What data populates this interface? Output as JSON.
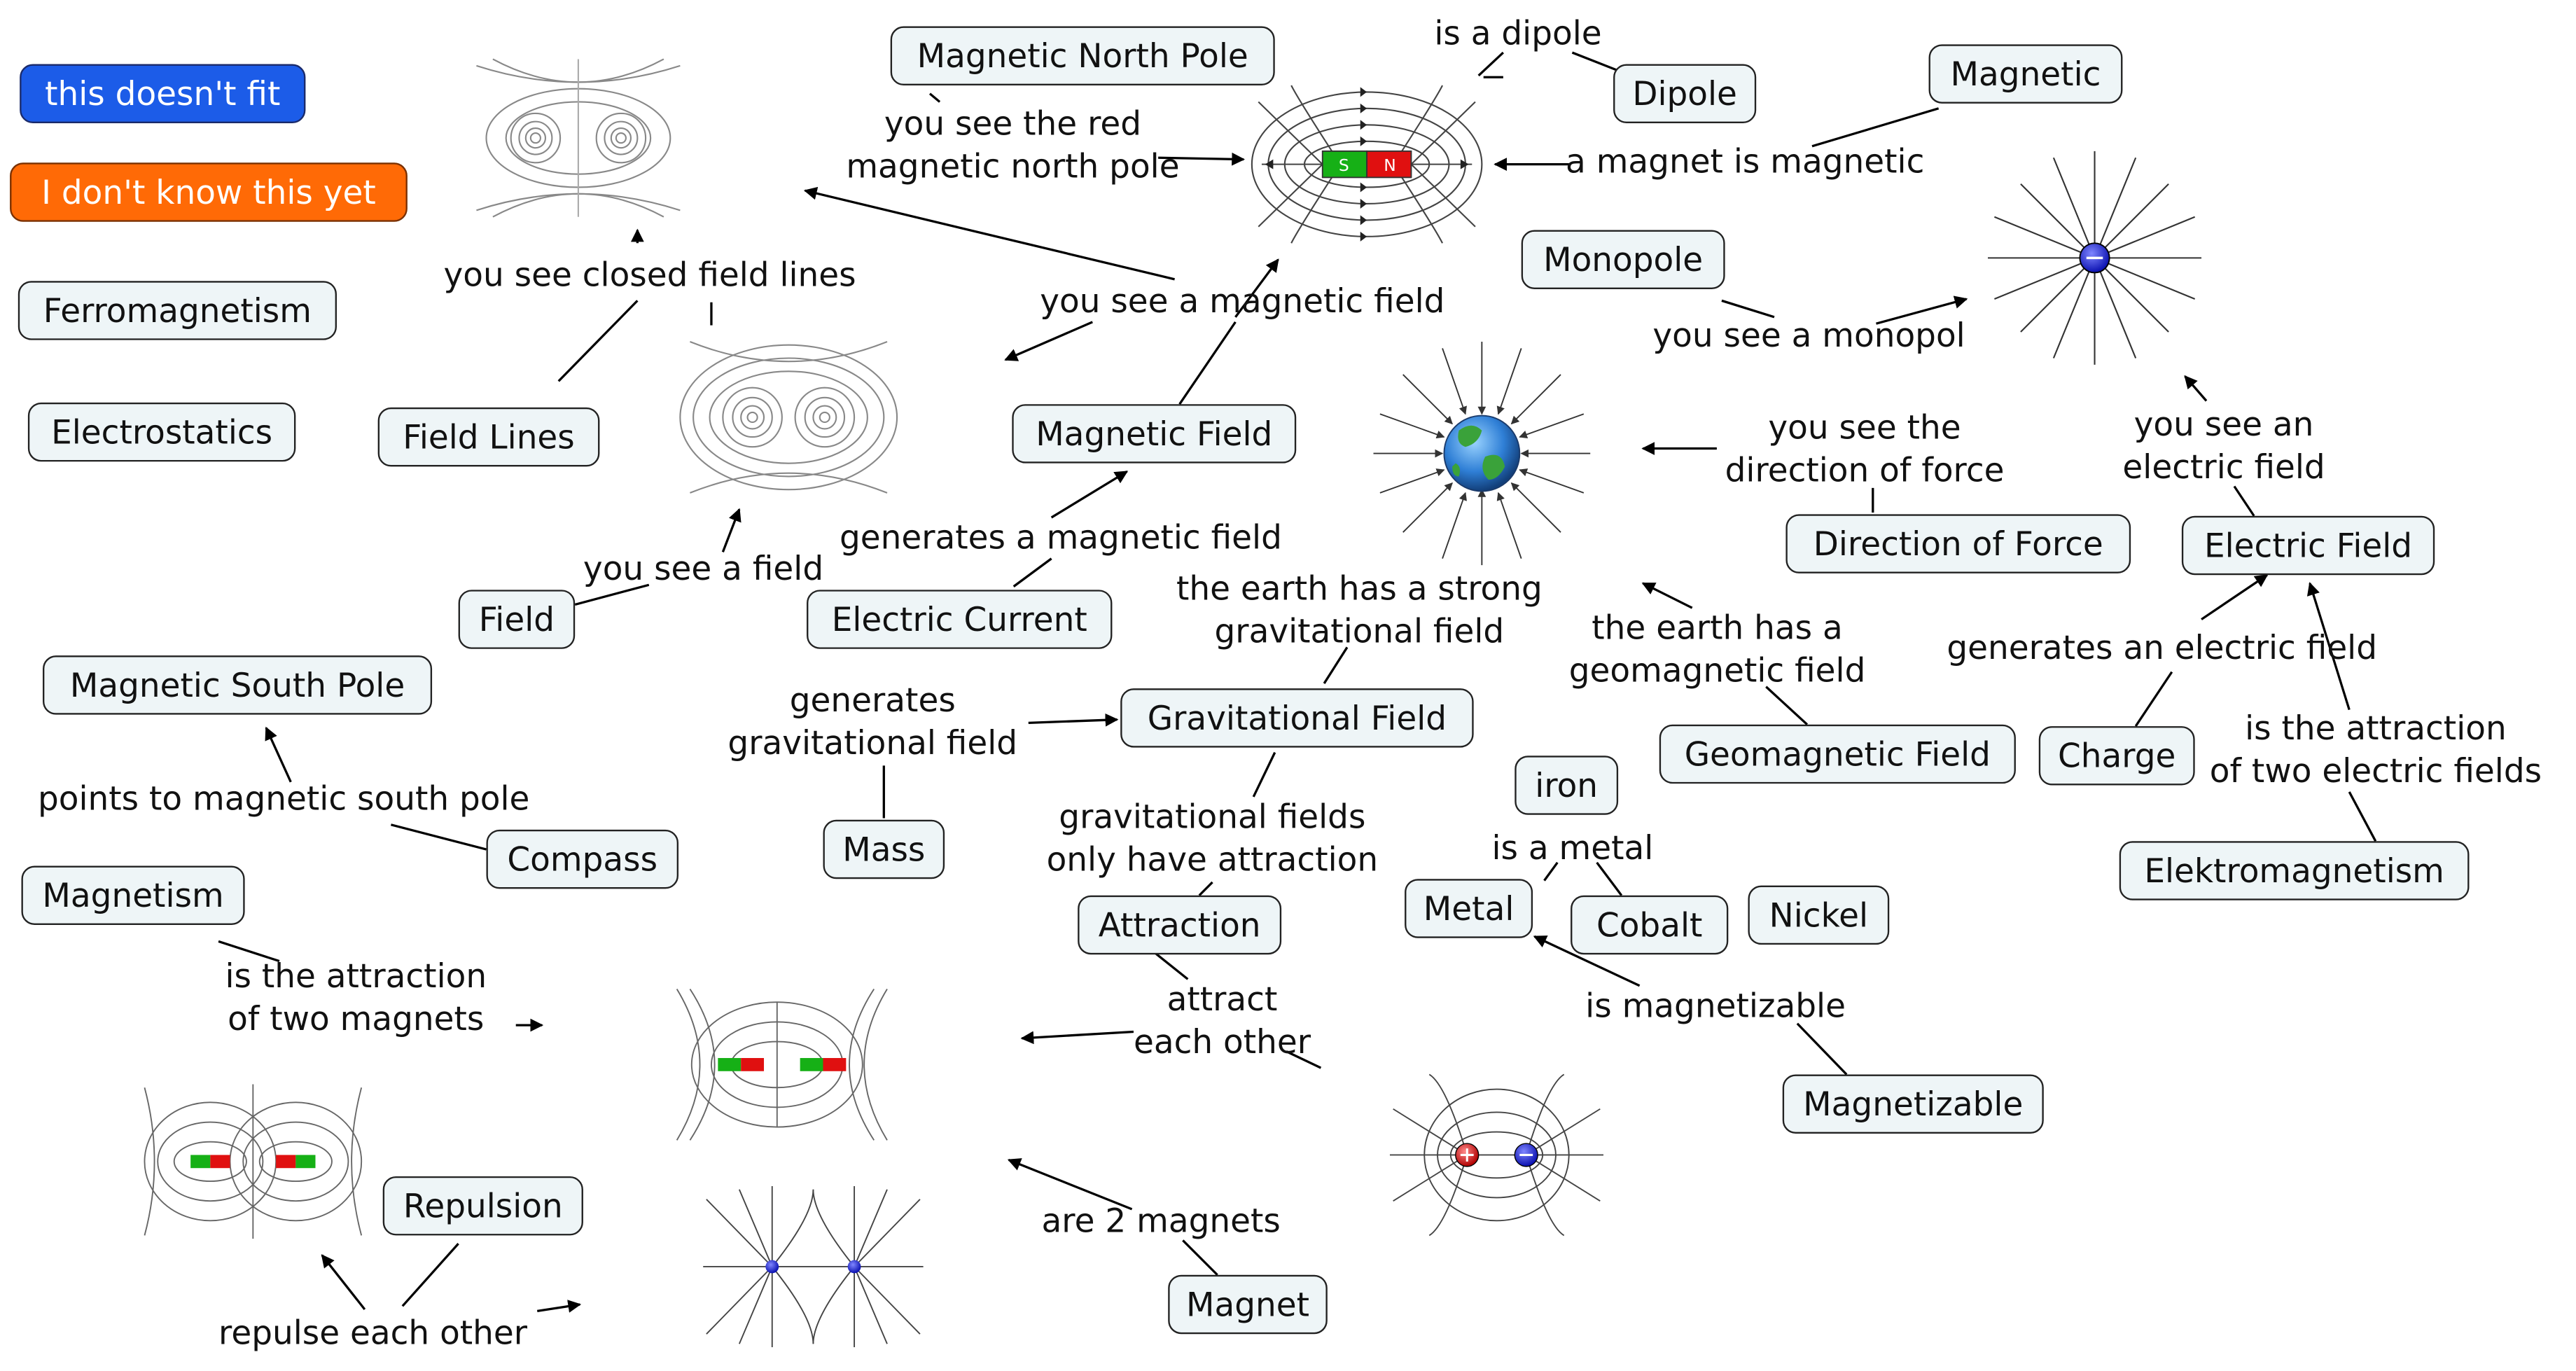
{
  "legend": {
    "not_fit": "this doesn't fit",
    "dont_know": "I don't know this yet"
  },
  "concepts": {
    "magnetic_north_pole": "Magnetic North Pole",
    "dipole": "Dipole",
    "magnetic": "Magnetic",
    "monopole": "Monopole",
    "ferromagnetism": "Ferromagnetism",
    "electrostatics": "Electrostatics",
    "field_lines": "Field Lines",
    "magnetic_field": "Magnetic Field",
    "field": "Field",
    "electric_current": "Electric Current",
    "direction_of_force": "Direction of Force",
    "electric_field": "Electric Field",
    "magnetic_south_pole": "Magnetic South Pole",
    "gravitational_field": "Gravitational Field",
    "geomagnetic_field": "Geomagnetic Field",
    "charge": "Charge",
    "iron": "iron",
    "compass": "Compass",
    "mass": "Mass",
    "elektromagnetism": "Elektromagnetism",
    "magnetism": "Magnetism",
    "metal": "Metal",
    "cobalt": "Cobalt",
    "nickel": "Nickel",
    "attraction": "Attraction",
    "magnetizable": "Magnetizable",
    "repulsion": "Repulsion",
    "magnet": "Magnet"
  },
  "links": {
    "is_a_dipole": "is a dipole",
    "see_red_north_pole": "you see the red\nmagnetic north pole",
    "magnet_is_magnetic": "a magnet is magnetic",
    "see_closed_field_lines": "you see closed field lines",
    "see_magnetic_field": "you see a magnetic field",
    "see_monopol": "you see a monopol",
    "see_direction_of_force": "you see the\ndirection of force",
    "see_electric_field": "you see an\nelectric field",
    "generates_magnetic_field": "generates a magnetic field",
    "see_a_field": "you see a field",
    "earth_gravitational": "the earth has a strong\ngravitational field",
    "earth_geomagnetic": "the earth has a\ngeomagnetic field",
    "generates_electric_field": "generates an electric field",
    "generates_gravitational_field": "generates\ngravitational field",
    "attraction_two_electric_fields": "is the attraction\nof two electric fields",
    "points_to_south_pole": "points to magnetic south pole",
    "gravitational_only_attraction": "gravitational fields\nonly have attraction",
    "is_a_metal": "is a metal",
    "is_magnetizable": "is magnetizable",
    "attraction_two_magnets": "is the attraction\nof two magnets",
    "attract_each_other": "attract\neach other",
    "are_2_magnets": "are 2 magnets",
    "repulse_each_other": "repulse each other"
  },
  "magnet_labels": {
    "south": "S",
    "north": "N"
  },
  "colors": {
    "node_fill": "#eef5f7",
    "blue_legend": "#1c5ce8",
    "orange_legend": "#ff6a06",
    "magnet_north": "#e01010",
    "magnet_south": "#16b016",
    "positive_charge": "#e01010",
    "negative_charge": "#1020e0"
  }
}
